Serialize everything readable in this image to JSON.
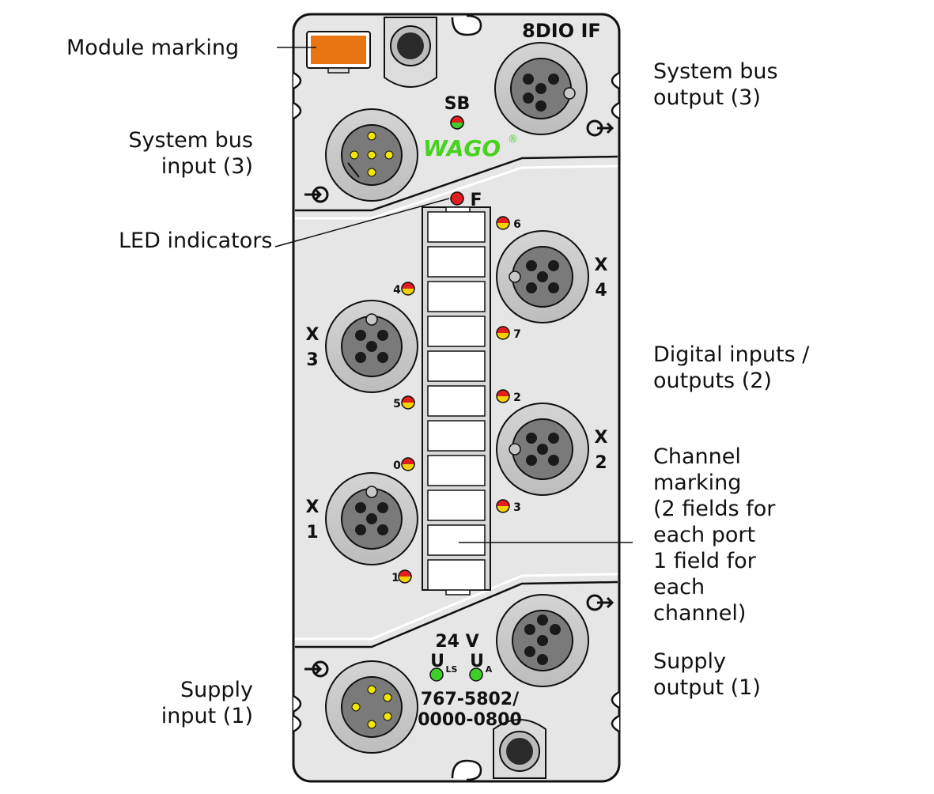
{
  "colors": {
    "housing": "#e6e6e6",
    "housing_outline": "#111111",
    "connector_ring": "#c8c8c8",
    "connector_face": "#7a7a7a",
    "pin": "#1a1a1a",
    "pin_yellow": "#f2e600",
    "led_red": "#e41e1e",
    "led_yellow": "#f2d200",
    "led_green": "#3fcf2a",
    "wago_green": "#46d21f",
    "module_marking": "#e87511"
  },
  "module": {
    "name": "8DIO IF",
    "brand": "WAGO",
    "brand_mark": "®",
    "sb_label": "SB",
    "fault_label": "F",
    "voltage": "24 V",
    "uls_main": "U",
    "uls_sub": "LS",
    "ua_main": "U",
    "ua_sub": "A",
    "part_number_line1": "767-5802/",
    "part_number_line2": "0000-0800"
  },
  "ports": [
    {
      "id": "x1",
      "letter": "X",
      "number": "1"
    },
    {
      "id": "x2",
      "letter": "X",
      "number": "2"
    },
    {
      "id": "x3",
      "letter": "X",
      "number": "3"
    },
    {
      "id": "x4",
      "letter": "X",
      "number": "4"
    }
  ],
  "channel_leds": [
    "0",
    "1",
    "2",
    "3",
    "4",
    "5",
    "6",
    "7"
  ],
  "callouts": {
    "module_marking": "Module marking",
    "system_bus_output": "System bus\noutput (3)",
    "system_bus_input": "System bus\ninput (3)",
    "led_indicators": "LED indicators",
    "digital_io": "Digital inputs /\noutputs (2)",
    "channel_marking": "Channel\nmarking\n(2 fields for\neach port\n1 field for\neach\nchannel)",
    "supply_output": "Supply\noutput (1)",
    "supply_input": "Supply\ninput (1)"
  }
}
